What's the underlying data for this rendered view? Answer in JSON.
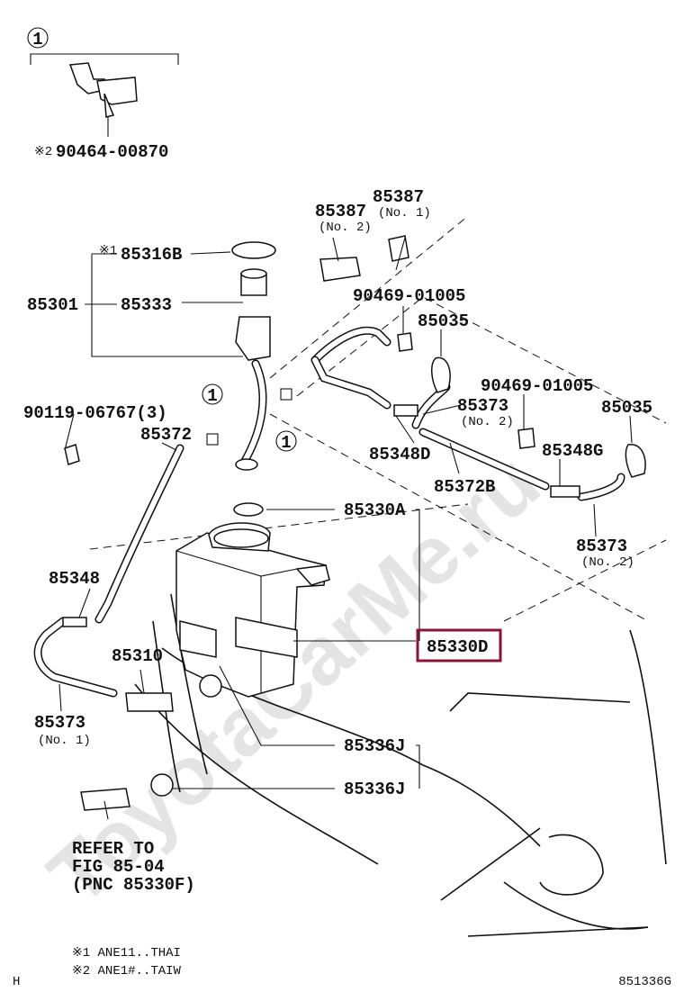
{
  "watermark": "ToyotaCarMe.ru",
  "inset": {
    "circle_no": "1",
    "note_mark": "※2",
    "part": "90464-00870"
  },
  "labels": {
    "p85387_no1": "85387",
    "p85387_no1_sub": "(No. 1)",
    "p85387_no2": "85387",
    "p85387_no2_sub": "(No. 2)",
    "p85316b_mark": "※1",
    "p85316b": "85316B",
    "p85301": "85301",
    "p85333": "85333",
    "p90469_a": "90469-01005",
    "p85035_a": "85035",
    "p90469_b": "90469-01005",
    "p85035_b": "85035",
    "p85373_no2a": "85373",
    "p85373_no2a_sub": "(No. 2)",
    "p90119": "90119-06767(3)",
    "p85372": "85372",
    "p85348d": "85348D",
    "p85348g": "85348G",
    "p85372b": "85372B",
    "p85330a": "85330A",
    "p85373_no2b": "85373",
    "p85373_no2b_sub": "(No. 2)",
    "p85348": "85348",
    "p85310": "85310",
    "p85330d": "85330D",
    "p85373_no1": "85373",
    "p85373_no1_sub": "(No. 1)",
    "p85336j_a": "85336J",
    "p85336j_b": "85336J",
    "circle_1a": "1",
    "circle_1b": "1"
  },
  "refer": {
    "line1": "REFER TO",
    "line2": "FIG 85-04",
    "line3": "(PNC 85330F)"
  },
  "footnotes": {
    "n1": "※1 ANE11..THAI",
    "n2": "※2 ANE1#..TAIW"
  },
  "footer": {
    "left_code": "H",
    "figure_code": "851336G"
  },
  "colors": {
    "highlight": "#8a1538",
    "line": "#111111"
  }
}
